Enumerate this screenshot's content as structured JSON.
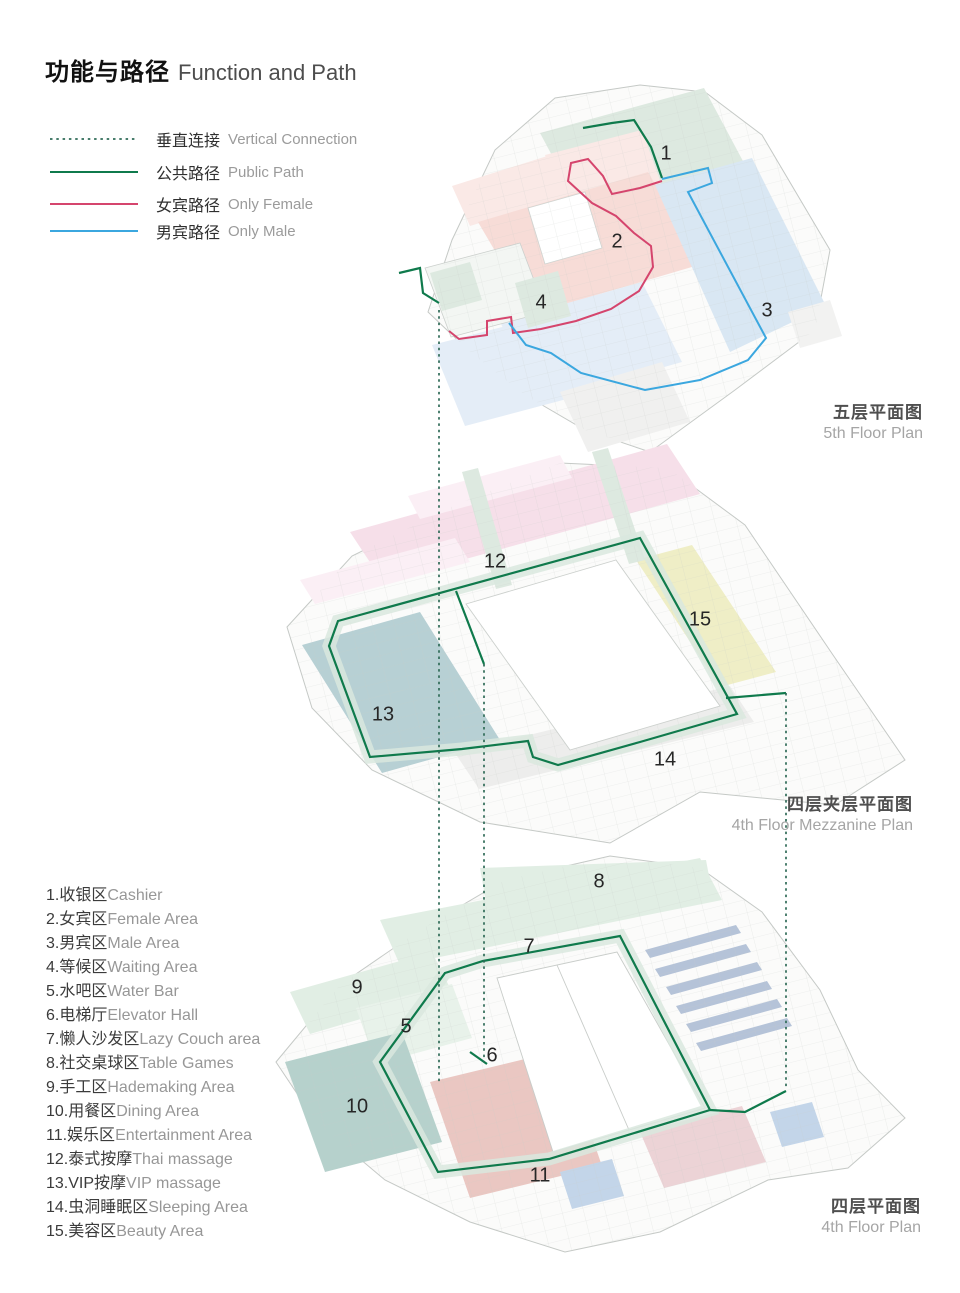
{
  "title": {
    "cn": "功能与路径",
    "en": "Function and Path"
  },
  "colors": {
    "vertical": "#2f6b57",
    "public": "#0f7a4c",
    "female": "#d5456d",
    "male": "#3ba7df"
  },
  "zone_colors": {
    "green_area": "#dde9e0",
    "green_area_light": "#e1eee4",
    "green_area_pale": "#e8f2ea",
    "female_pink": "#f7dcd7",
    "female_pink_light": "#fae9e6",
    "male_blue": "#d9e7f3",
    "male_blue_light": "#e4edf7",
    "thai_pink": "#f6dfe9",
    "thai_pink_light": "#fbeff5",
    "vip_teal": "#b7d0d4",
    "beauty_yellow": "#efeec6",
    "sleeping_gray": "#ededec",
    "dining_teal": "#b6d1cc",
    "entertainment_pink": "#eac7c2",
    "entertainment_pink_light": "#ecd3d6",
    "pods_blue": "#b5c3d8",
    "small_blue": "#c3d5e9"
  },
  "legend": {
    "items": [
      {
        "cn": "垂直连接",
        "en": "Vertical Connection",
        "style": "dotted"
      },
      {
        "cn": "公共路径",
        "en": "Public Path",
        "style": "solid"
      },
      {
        "cn": "女宾路径",
        "en": "Only Female",
        "style": "solid"
      },
      {
        "cn": "男宾路径",
        "en": "Only Male",
        "style": "solid"
      }
    ]
  },
  "plans": {
    "floor5": {
      "cn": "五层平面图",
      "en": "5th Floor Plan"
    },
    "mezz": {
      "cn": "四层夹层平面图",
      "en": "4th Floor Mezzanine Plan"
    },
    "floor4": {
      "cn": "四层平面图",
      "en": "4th Floor Plan"
    }
  },
  "areas": [
    {
      "cn": "1.收银区",
      "en": "Cashier"
    },
    {
      "cn": "2.女宾区",
      "en": "Female Area"
    },
    {
      "cn": "3.男宾区",
      "en": "Male Area"
    },
    {
      "cn": "4.等候区",
      "en": "Waiting Area"
    },
    {
      "cn": "5.水吧区",
      "en": "Water Bar"
    },
    {
      "cn": "6.电梯厅",
      "en": "Elevator Hall"
    },
    {
      "cn": "7.懒人沙发区",
      "en": "Lazy Couch area"
    },
    {
      "cn": "8.社交桌球区",
      "en": "Table Games"
    },
    {
      "cn": "9.手工区",
      "en": "Hademaking Area"
    },
    {
      "cn": "10.用餐区",
      "en": "Dining Area"
    },
    {
      "cn": "11.娱乐区",
      "en": "Entertainment Area"
    },
    {
      "cn": "12.泰式按摩",
      "en": "Thai massage"
    },
    {
      "cn": "13.VIP按摩",
      "en": "VIP massage"
    },
    {
      "cn": "14.虫洞睡眠区",
      "en": "Sleeping Area"
    },
    {
      "cn": "15.美容区",
      "en": "Beauty Area"
    }
  ],
  "markers": {
    "m1": "1",
    "m2": "2",
    "m3": "3",
    "m4": "4",
    "m5": "5",
    "m6": "6",
    "m7": "7",
    "m8": "8",
    "m9": "9",
    "m10": "10",
    "m11": "11",
    "m12": "12",
    "m13": "13",
    "m14": "14",
    "m15": "15"
  }
}
